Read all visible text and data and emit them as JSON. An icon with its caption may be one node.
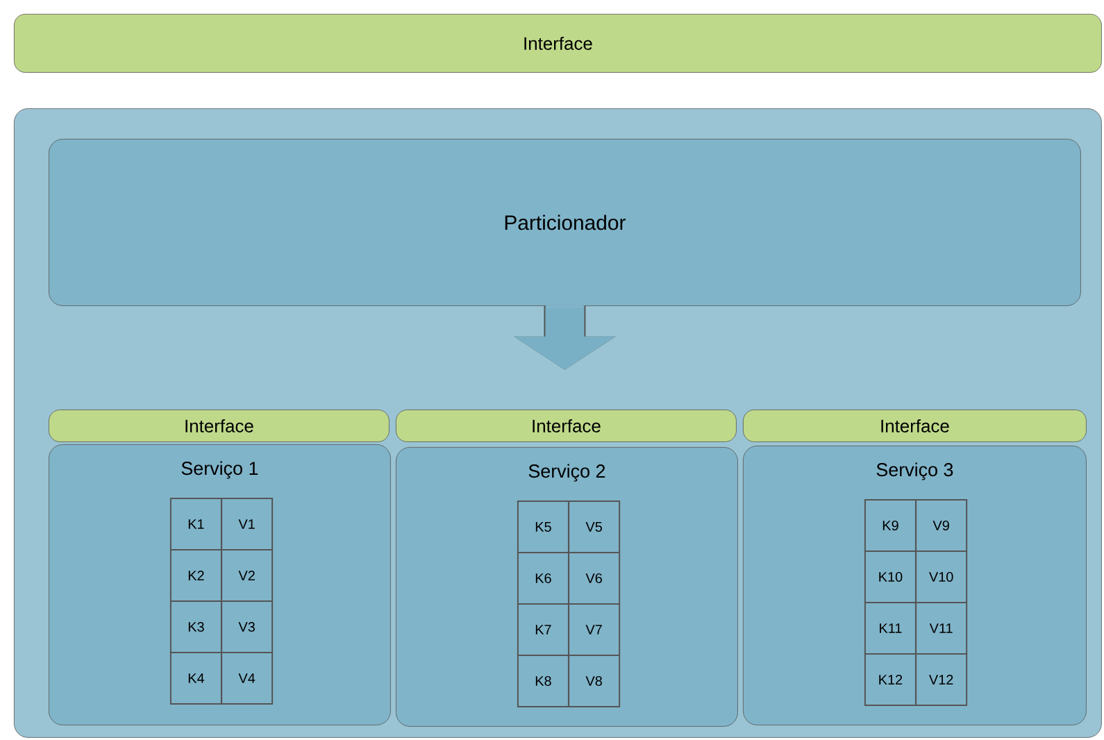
{
  "diagram": {
    "nodes": [
      {
        "text": [
          "Interface"
        ]
      },
      {
        "text": [],
        "shape": "box"
      },
      {
        "text": [
          "Particionador"
        ],
        "in": 1
      },
      {
        "text": [
          "Interface"
        ],
        "in": 1
      },
      {
        "text": [
          "Serviço 1"
        ],
        "in": 1
      },
      {
        "text": [
          "Interface"
        ],
        "in": 1
      },
      {
        "text": [
          "Serviço 2"
        ],
        "in": 1
      },
      {
        "text": [
          "Interface"
        ],
        "in": 1
      },
      {
        "text": [
          "Serviço 3"
        ],
        "in": 1
      },
      {
        "text": [
          "K1"
        ],
        "in": 4
      },
      {
        "text": [
          "V1"
        ],
        "in": 4
      },
      {
        "text": [
          "K2"
        ],
        "in": 4
      },
      {
        "text": [
          "V2"
        ],
        "in": 4
      },
      {
        "text": [
          "K3"
        ],
        "in": 4
      },
      {
        "text": [
          "V3"
        ],
        "in": 4
      },
      {
        "text": [
          "K4"
        ],
        "in": 4
      },
      {
        "text": [
          "V4"
        ],
        "in": 4
      },
      {
        "text": [
          "K5"
        ],
        "in": 6
      },
      {
        "text": [
          "V5"
        ],
        "in": 6
      },
      {
        "text": [
          "K6"
        ],
        "in": 6
      },
      {
        "text": [
          "V6"
        ],
        "in": 6
      },
      {
        "text": [
          "K7"
        ],
        "in": 6
      },
      {
        "text": [
          "V7"
        ],
        "in": 6
      },
      {
        "text": [
          "K8"
        ],
        "in": 6
      },
      {
        "text": [
          "V8"
        ],
        "in": 6
      },
      {
        "text": [
          "K9"
        ],
        "in": 8
      },
      {
        "text": [
          "V9"
        ],
        "in": 8
      },
      {
        "text": [
          "K10"
        ],
        "in": 8
      },
      {
        "text": [
          "V10"
        ],
        "in": 8
      },
      {
        "text": [
          "K11"
        ],
        "in": 8
      },
      {
        "text": [
          "V11"
        ],
        "in": 8
      },
      {
        "text": [
          "K12"
        ],
        "in": 8
      },
      {
        "text": [
          "V12"
        ],
        "in": 8
      }
    ]
  }
}
